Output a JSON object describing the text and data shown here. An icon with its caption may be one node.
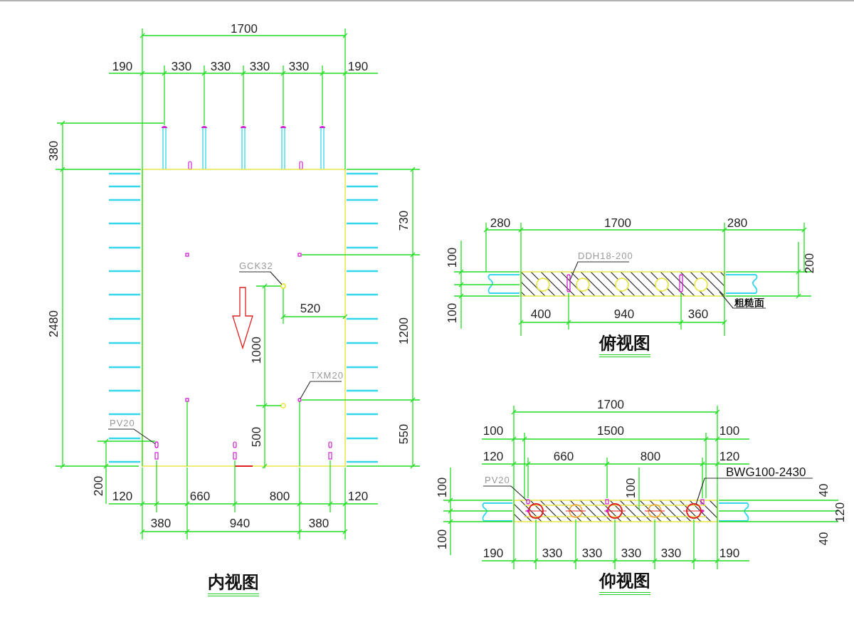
{
  "diagram": {
    "nodes": [
      {
        "text": [
          "GCK32"
        ]
      },
      {
        "text": [
          "TXM20"
        ]
      },
      {
        "text": [
          "PV20"
        ]
      },
      {
        "text": [
          "DDH18-200"
        ]
      },
      {
        "text": [
          "粗糙面"
        ]
      },
      {
        "text": [
          "PV20"
        ]
      },
      {
        "text": [
          "BWG100-2430"
        ]
      },
      {
        "text": [],
        "shape": "box"
      },
      {
        "text": [],
        "shape": "box"
      },
      {
        "text": [],
        "shape": "circle"
      },
      {
        "text": [],
        "shape": "box"
      },
      {
        "text": [],
        "shape": "box"
      },
      {
        "text": [],
        "shape": "circle"
      }
    ],
    "edges": [
      {
        "from": 0,
        "to": 9,
        "arrow": "none"
      },
      {
        "from": 1,
        "to": 8,
        "arrow": "none"
      },
      {
        "from": 2,
        "to": 7,
        "arrow": "none"
      },
      {
        "from": 3,
        "to": 10,
        "arrow": "none"
      },
      {
        "from": 4,
        "to": null,
        "arrow": "none"
      },
      {
        "from": 5,
        "to": 11,
        "arrow": "none"
      },
      {
        "from": 6,
        "to": 12,
        "arrow": "none"
      }
    ],
    "labels": [
      "1700",
      "190",
      "330",
      "330",
      "330",
      "330",
      "190",
      "380",
      "730",
      "2480",
      "520",
      "1200",
      "1000",
      "500",
      "550",
      "200",
      "120",
      "660",
      "800",
      "120",
      "380",
      "940",
      "380",
      "内视图",
      "280",
      "1700",
      "280",
      "100",
      "200",
      "100",
      "400",
      "940",
      "360",
      "俯视图",
      "1700",
      "100",
      "1500",
      "100",
      "120",
      "660",
      "800",
      "120",
      "100",
      "100",
      "40",
      "120",
      "100",
      "40",
      "190",
      "330",
      "330",
      "330",
      "330",
      "190",
      "仰视图"
    ]
  }
}
